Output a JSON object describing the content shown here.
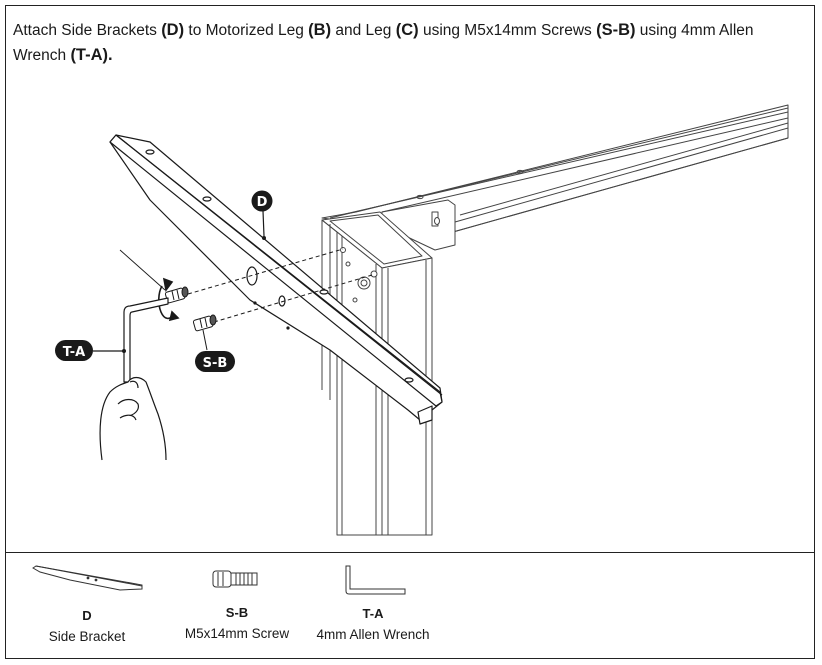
{
  "instruction": {
    "t1": "Attach Side Brackets ",
    "b1": "(D)",
    "t2": " to Motorized Leg ",
    "b2": "(B)",
    "t3": " and Leg ",
    "b3": "(C)",
    "t4": " using M5x14mm Screws ",
    "b4": "(S-B)",
    "t5": " using 4mm Allen Wrench ",
    "b5": "(T-A)."
  },
  "callouts": {
    "bracket": "D",
    "wrench": "T-A",
    "screw": "S-B"
  },
  "parts": [
    {
      "code": "D",
      "name": "Side Bracket",
      "icon": "side-bracket-icon"
    },
    {
      "code": "S-B",
      "name": "M5x14mm Screw",
      "icon": "screw-icon"
    },
    {
      "code": "T-A",
      "name": "4mm Allen Wrench",
      "icon": "allen-wrench-icon"
    }
  ]
}
